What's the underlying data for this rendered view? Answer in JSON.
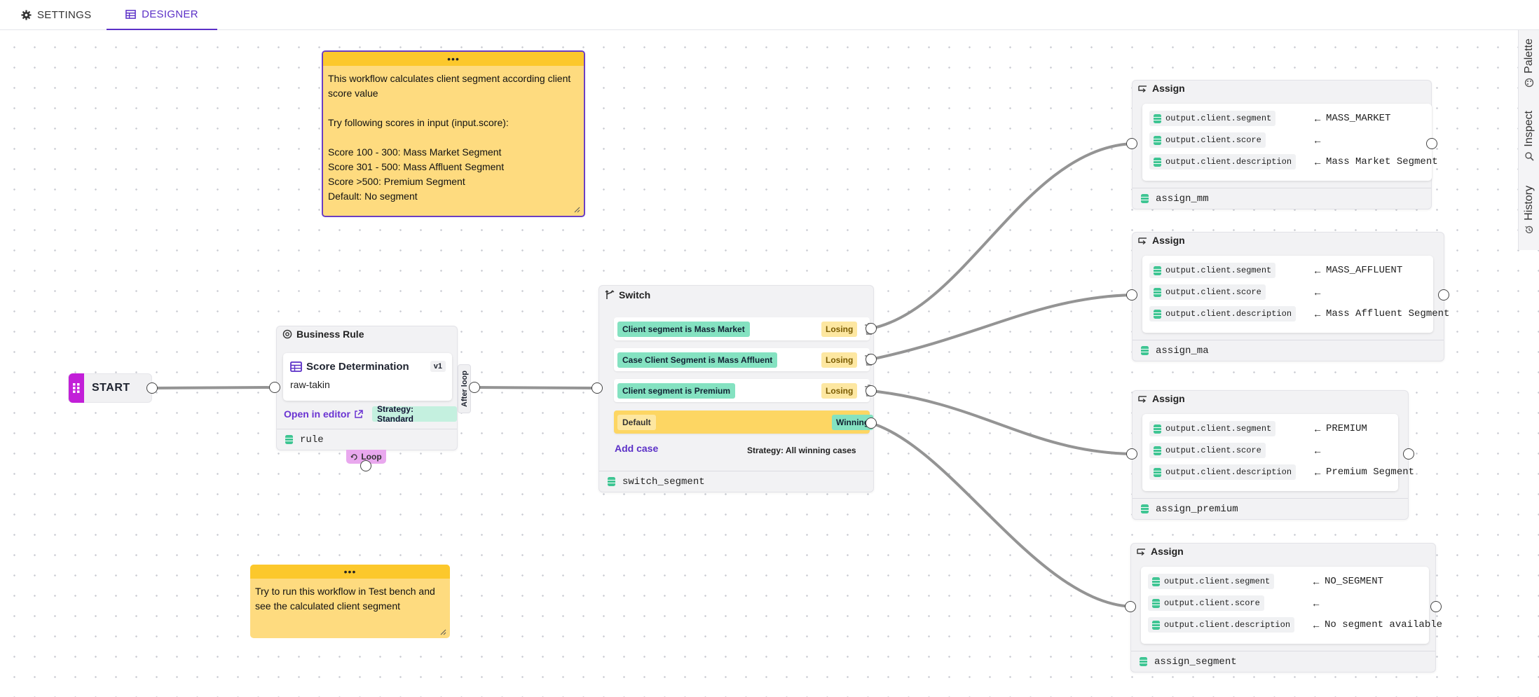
{
  "tabs": {
    "settings": "SETTINGS",
    "designer": "DESIGNER"
  },
  "side_panel": {
    "palette": "Palette",
    "inspect": "Inspect",
    "history": "History"
  },
  "notes": [
    {
      "text": "This workflow calculates client segment according client score value\n\nTry following scores in input (input.score):\n\nScore 100 - 300: Mass Market Segment\nScore 301 - 500: Mass Affluent Segment\nScore >500: Premium Segment\nDefault: No segment"
    },
    {
      "text": "Try to run this workflow in Test bench and see the calculated client segment"
    }
  ],
  "note_handle": "•••",
  "start": {
    "label": "START"
  },
  "business_rule": {
    "header": "Business Rule",
    "title": "Score Determination",
    "version": "v1",
    "subtitle": "raw-takin",
    "open_editor": "Open in editor",
    "strategy": "Strategy: Standard",
    "after_loop": "After loop",
    "loop": "Loop",
    "footer": "rule"
  },
  "switch": {
    "header": "Switch",
    "cases": [
      {
        "label": "Client segment is Mass Market",
        "status": "Losing"
      },
      {
        "label": "Case Client Segment is Mass Affluent",
        "status": "Losing"
      },
      {
        "label": "Client segment is Premium",
        "status": "Losing"
      }
    ],
    "default": {
      "label": "Default",
      "status": "Winning"
    },
    "add_case": "Add case",
    "strategy": "Strategy: All winning cases",
    "footer": "switch_segment"
  },
  "assign_header": "Assign",
  "assigns": [
    {
      "rows": [
        {
          "var": "output.client.segment",
          "arrow": "←",
          "value": "MASS_MARKET"
        },
        {
          "var": "output.client.score",
          "arrow": "←",
          "value": ""
        },
        {
          "var": "output.client.description",
          "arrow": "←",
          "value": "Mass Market Segment"
        }
      ],
      "footer": "assign_mm"
    },
    {
      "rows": [
        {
          "var": "output.client.segment",
          "arrow": "←",
          "value": "MASS_AFFLUENT"
        },
        {
          "var": "output.client.score",
          "arrow": "←",
          "value": ""
        },
        {
          "var": "output.client.description",
          "arrow": "←",
          "value": "Mass Affluent Segment"
        }
      ],
      "footer": "assign_ma"
    },
    {
      "rows": [
        {
          "var": "output.client.segment",
          "arrow": "←",
          "value": "PREMIUM"
        },
        {
          "var": "output.client.score",
          "arrow": "←",
          "value": ""
        },
        {
          "var": "output.client.description",
          "arrow": "←",
          "value": "Premium Segment"
        }
      ],
      "footer": "assign_premium"
    },
    {
      "rows": [
        {
          "var": "output.client.segment",
          "arrow": "←",
          "value": "NO_SEGMENT"
        },
        {
          "var": "output.client.score",
          "arrow": "←",
          "value": ""
        },
        {
          "var": "output.client.description",
          "arrow": "←",
          "value": "No segment available"
        }
      ],
      "footer": "assign_segment"
    }
  ],
  "colors": {
    "accent": "#5b30c7",
    "note": "#fedb7f",
    "note_head": "#fcc82c",
    "case_label": "#84e2c1",
    "losing": "#fde7a1",
    "start_icon": "#c21fd8",
    "loop": "#e9a8ee"
  },
  "icons": {
    "settings": "gear-icon",
    "designer": "table-icon",
    "palette": "palette-icon",
    "inspect": "search-icon",
    "history": "history-icon",
    "business_rule": "cog-badge-icon",
    "switch": "branch-icon",
    "assign": "assign-arrow-icon",
    "variable": "database-icon",
    "delete": "trash-icon",
    "external": "external-link-icon"
  }
}
